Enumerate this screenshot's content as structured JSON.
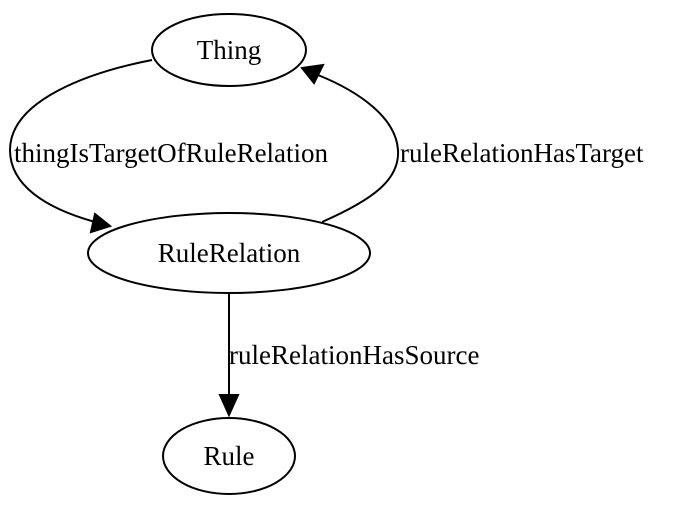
{
  "nodes": {
    "thing": "Thing",
    "rule_relation": "RuleRelation",
    "rule": "Rule"
  },
  "edges": {
    "thing_is_target_of_rule_relation": "thingIsTargetOfRuleRelation",
    "rule_relation_has_target": "ruleRelationHasTarget",
    "rule_relation_has_source": "ruleRelationHasSource"
  },
  "colors": {
    "stroke": "#000000",
    "background": "#ffffff"
  }
}
